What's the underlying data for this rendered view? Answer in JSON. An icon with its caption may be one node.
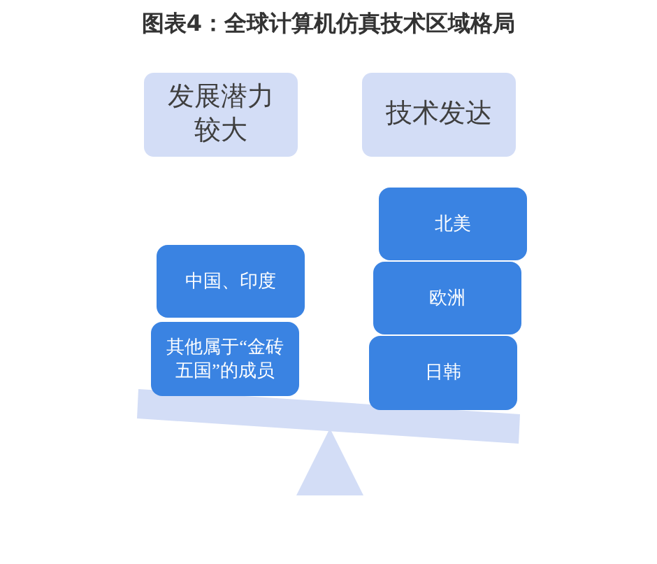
{
  "diagram": {
    "title": "图表4：全球计算机仿真技术区域格局",
    "nodes": [
      {
        "text": [
          "发展潜力较大"
        ]
      },
      {
        "text": [
          "技术发达"
        ]
      },
      {
        "text": [
          "中国、印度"
        ]
      },
      {
        "text": [
          "其他属于“金砖五国”的成员"
        ]
      },
      {
        "text": [
          "北美"
        ]
      },
      {
        "text": [
          "欧洲"
        ]
      },
      {
        "text": [
          "日韩"
        ]
      }
    ]
  }
}
